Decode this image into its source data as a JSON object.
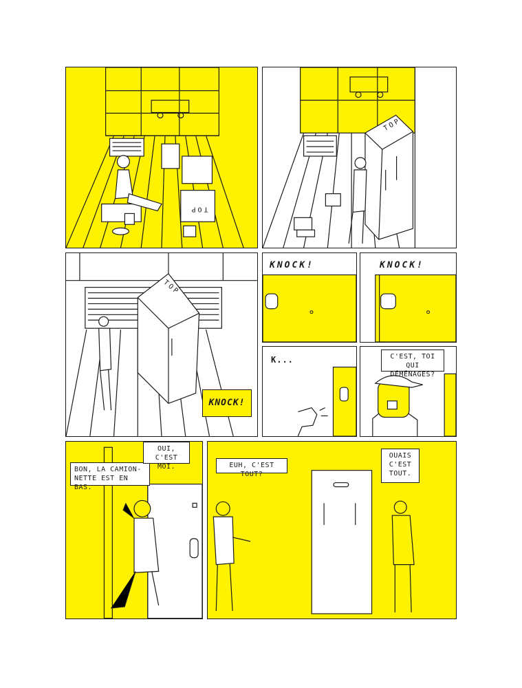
{
  "colors": {
    "yellow": "#fff200",
    "ink": "#1a1a1a",
    "paper": "#ffffff"
  },
  "panel1": {
    "box_label": "TOP"
  },
  "panel2": {
    "box_label": "TOP"
  },
  "panel3": {
    "box_label": "TOP",
    "sfx": "KNOCK!"
  },
  "panel4": {
    "caption": "KNOCK!"
  },
  "panel5": {
    "caption": "KNOCK!"
  },
  "panel6": {
    "caption": "K..."
  },
  "panel7": {
    "bubble": "C'EST, TOI QUI\nDÉMÉNAGES?"
  },
  "panel8": {
    "bubble_left": "BON, LA CAMION-\nNETTE EST EN BAS.",
    "bubble_right": "OUI,\nC'EST MOI."
  },
  "panel9": {
    "bubble_left": "EUH, C'EST TOUT?",
    "bubble_right": "OUAIS\nC'EST\nTOUT."
  }
}
